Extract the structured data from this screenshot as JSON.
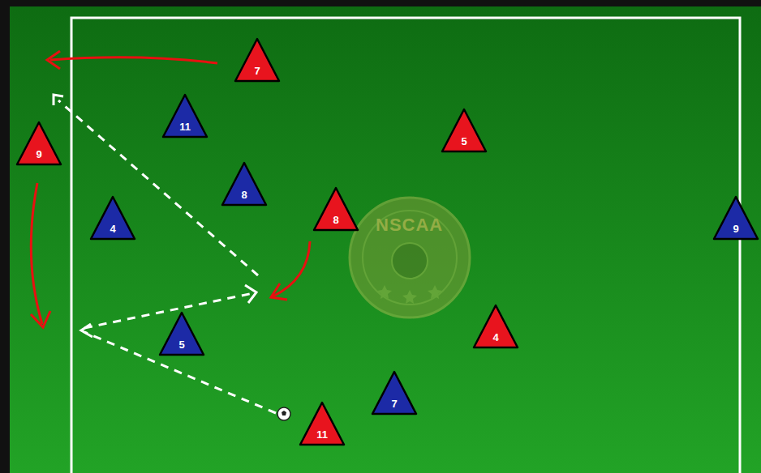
{
  "diagram": {
    "nodes": [
      {
        "text": [
          "7"
        ]
      },
      {
        "text": [
          "11"
        ]
      },
      {
        "text": [
          "9"
        ]
      },
      {
        "text": [
          "5"
        ]
      },
      {
        "text": [
          "8"
        ]
      },
      {
        "text": [
          "8"
        ]
      },
      {
        "text": [
          "4"
        ]
      },
      {
        "text": [
          "9"
        ]
      },
      {
        "text": [
          "4"
        ]
      },
      {
        "text": [
          "5"
        ]
      },
      {
        "text": [
          "7"
        ]
      },
      {
        "text": [
          "11"
        ]
      }
    ],
    "labels": [
      "NSCAA"
    ]
  }
}
